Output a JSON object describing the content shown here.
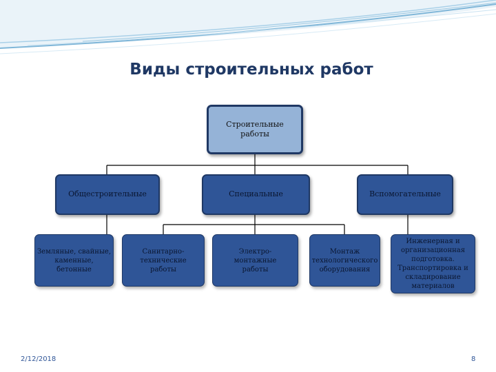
{
  "slide": {
    "title": "Виды строительных работ",
    "date": "2/12/2018",
    "page_number": "8"
  },
  "diagram": {
    "root": "Строительные работы",
    "level1": [
      "Общестроительные",
      "Специальные",
      "Вспомогательные"
    ],
    "level2_general": [
      "Земляные, свайные, каменные, бетонные"
    ],
    "level2_special": [
      "Санитарно-технические работы",
      "Электро-монтажные работы",
      "Монтаж технологического оборудования"
    ],
    "level2_auxiliary": [
      "Инженерная и организационная подготовка. Транспортировка и складирование материалов"
    ]
  },
  "colors": {
    "title": "#1f3864",
    "root_fill": "#95b3d7",
    "node_fill": "#2f5597",
    "connector": "#000000",
    "footer_text": "#2f5597"
  }
}
